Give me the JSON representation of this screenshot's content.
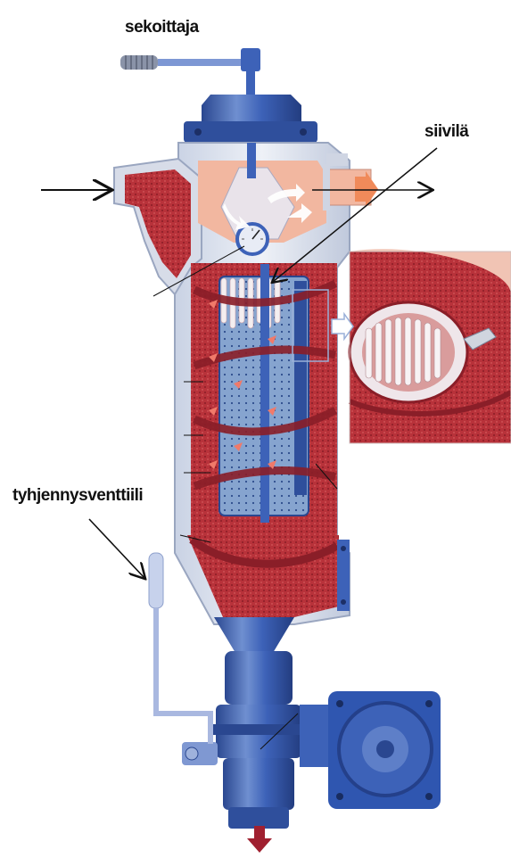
{
  "labels": {
    "mixer": "sekoittaja",
    "strainer": "siivilä",
    "drain_valve": "tyhjennysventtiili"
  },
  "colors": {
    "steel_blue": "#3d62b8",
    "steel_blue_dark": "#2a4790",
    "steel_light": "#9ab0d8",
    "fluid_red": "#b8323a",
    "fluid_dark": "#8a1e28",
    "chamber_peach": "#f2b7a0",
    "screen_blue": "#7f9fcc",
    "flow_arrow": "#ffffff"
  },
  "icons": [
    "inlet-arrow",
    "outlet-arrow",
    "drain-arrow",
    "pressure-gauge-icon",
    "motor-housing",
    "drain-handle",
    "mixer-handle"
  ]
}
